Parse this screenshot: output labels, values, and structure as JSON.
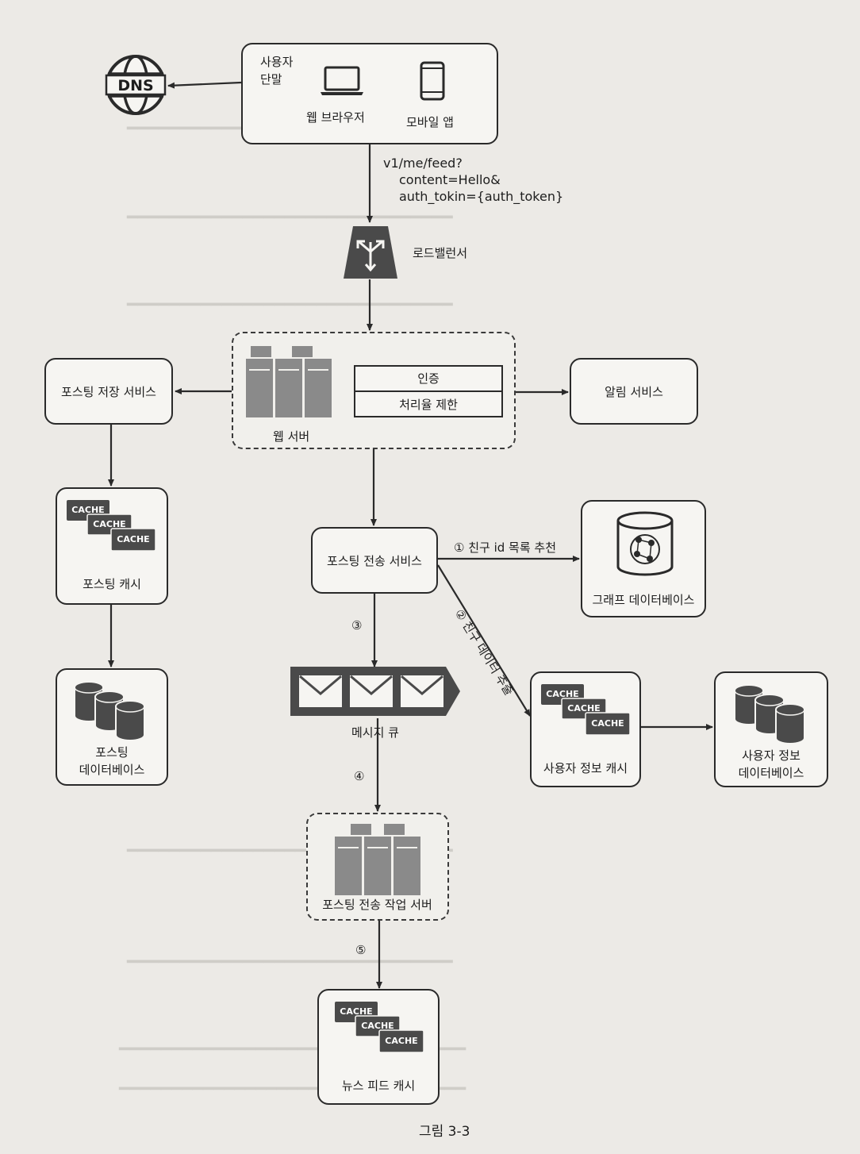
{
  "client": {
    "title_line1": "사용자",
    "title_line2": "단말",
    "browser_label": "웹 브라우저",
    "mobile_label": "모바일 앱"
  },
  "dns": {
    "label": "DNS"
  },
  "request": {
    "line1": "v1/me/feed?",
    "line2": "content=Hello&",
    "line3": "auth_tokin={auth_token}"
  },
  "load_balancer": {
    "label": "로드밸런서"
  },
  "web_server": {
    "label": "웹 서버",
    "auth_label": "인증",
    "rate_limit_label": "처리율 제한"
  },
  "post_storage_service": {
    "label": "포스팅 저장 서비스"
  },
  "notification_service": {
    "label": "알림 서비스"
  },
  "post_cache": {
    "label": "포스팅 캐시",
    "cache_tags": [
      "CACHE",
      "CACHE",
      "CACHE"
    ]
  },
  "post_db": {
    "label_line1": "포스팅",
    "label_line2": "데이터베이스"
  },
  "fanout_service": {
    "label": "포스팅 전송 서비스"
  },
  "graph_db": {
    "label": "그래프 데이터베이스"
  },
  "step1": {
    "label": "① 친구 id 목록 추천"
  },
  "step2": {
    "label": "② 친구 데이터 추출"
  },
  "step3": {
    "label": "③"
  },
  "step4": {
    "label": "④"
  },
  "step5": {
    "label": "⑤"
  },
  "message_queue": {
    "label": "메시지 큐"
  },
  "user_cache": {
    "label": "사용자 정보 캐시",
    "cache_tags": [
      "CACHE",
      "CACHE",
      "CACHE"
    ]
  },
  "user_db": {
    "label_line1": "사용자 정보",
    "label_line2": "데이터베이스"
  },
  "fanout_workers": {
    "label": "포스팅 전송 작업 서버"
  },
  "news_feed_cache": {
    "label": "뉴스 피드 캐시",
    "cache_tags": [
      "CACHE",
      "CACHE",
      "CACHE"
    ]
  },
  "figure": {
    "caption": "그림 3-3"
  },
  "colors": {
    "icon_dark": "#4a4a4a",
    "server_gray": "#8a8a8a",
    "line": "#2a2a2a",
    "paper": "#eceae6"
  }
}
